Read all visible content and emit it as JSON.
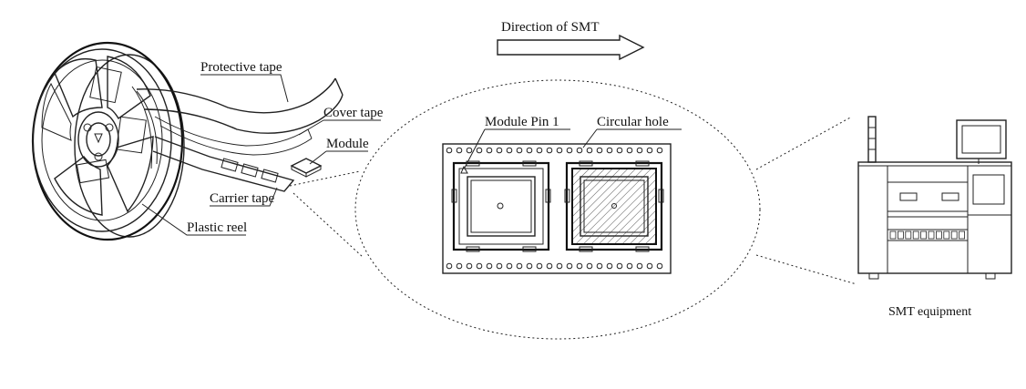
{
  "labels": {
    "direction": "Direction of SMT",
    "protective_tape": "Protective tape",
    "cover_tape": "Cover tape",
    "module": "Module",
    "carrier_tape": "Carrier tape",
    "plastic_reel": "Plastic reel",
    "module_pin": "Module Pin 1",
    "circular_hole": "Circular hole",
    "smt_equipment": "SMT equipment"
  },
  "colors": {
    "line": "#222222",
    "background": "#ffffff"
  }
}
